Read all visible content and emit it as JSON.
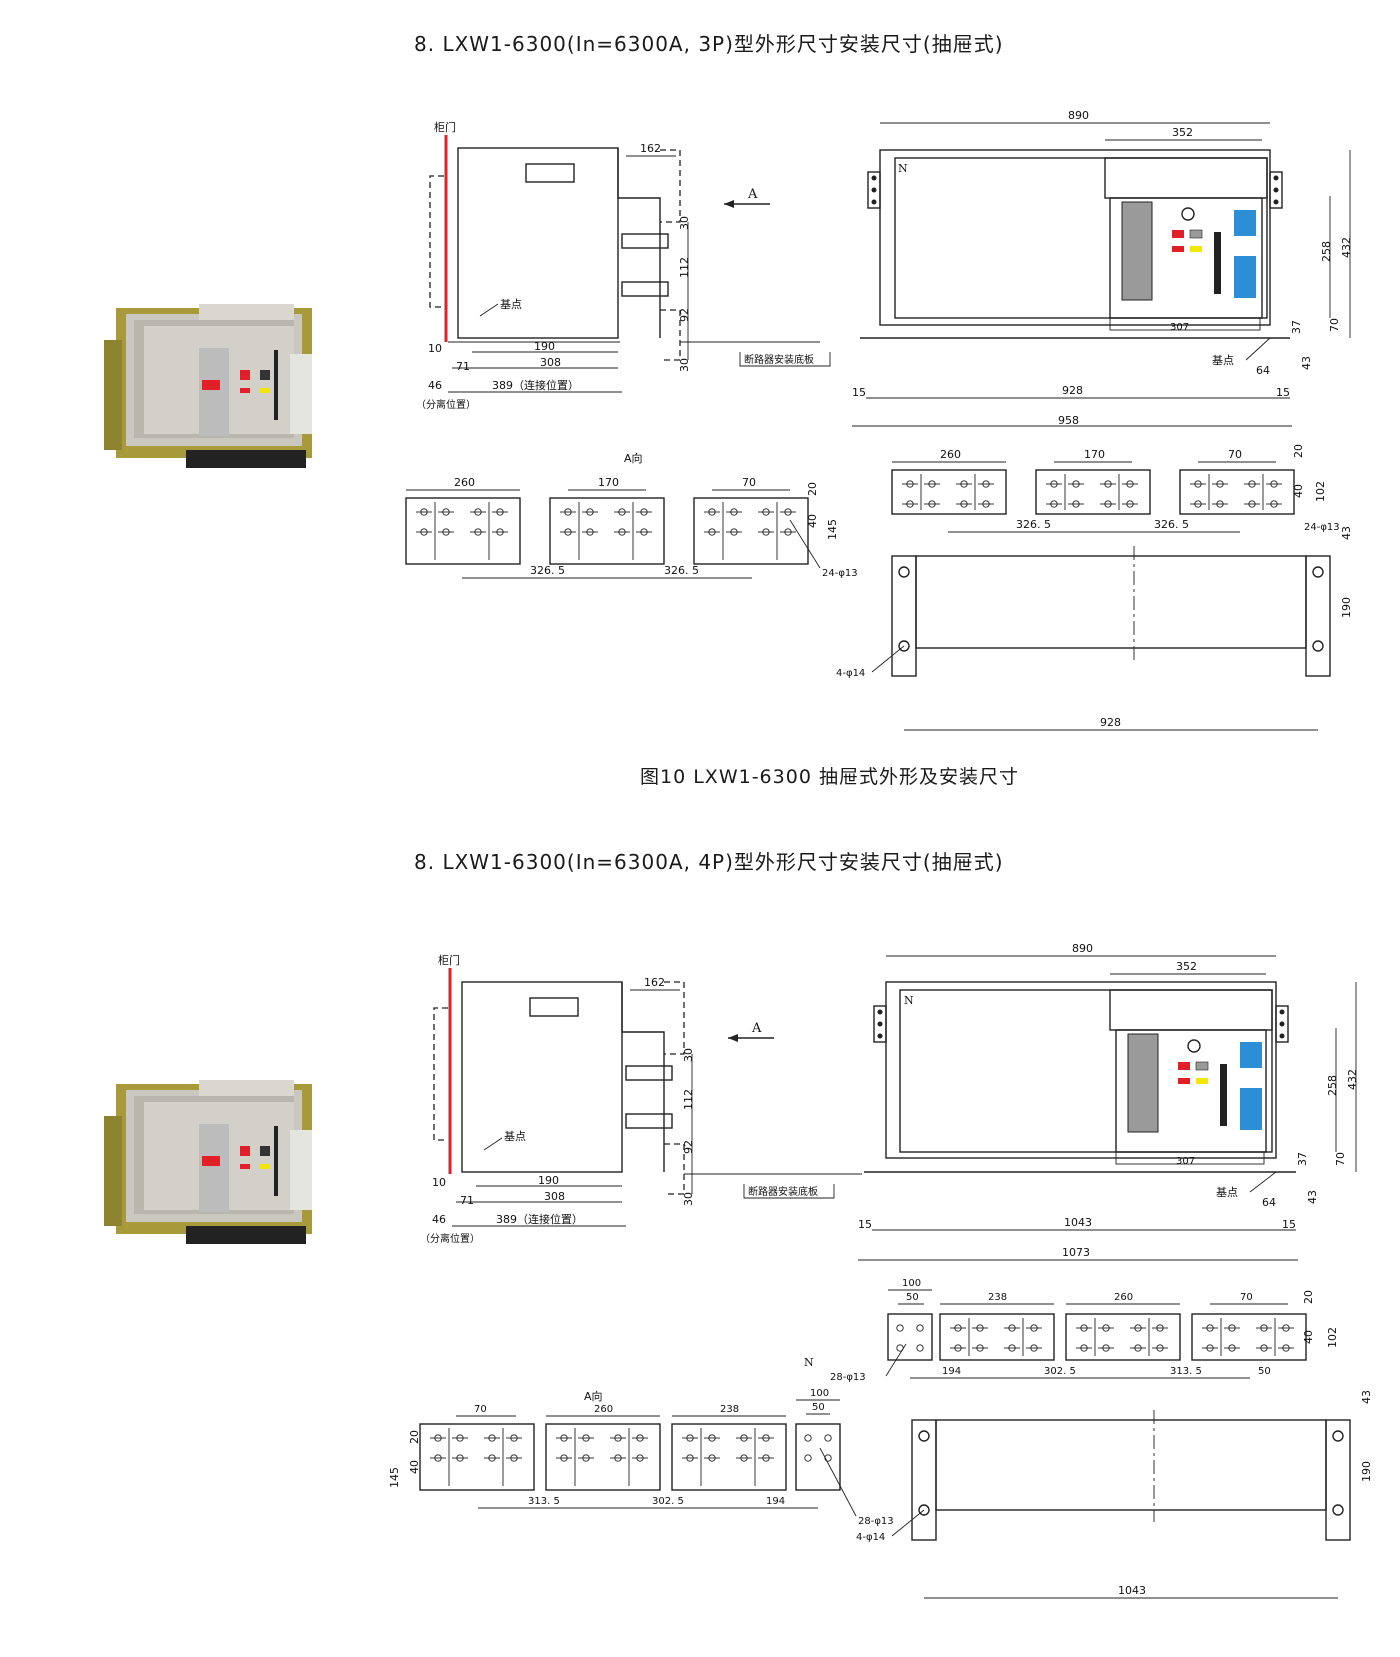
{
  "section1": {
    "title": "8. LXW1-6300(In=6300A, 3P)型外形尺寸安装尺寸(抽屉式)",
    "caption": "图10  LXW1-6300 抽屉式外形及安装尺寸",
    "labels": {
      "cabinet_door": "柜门",
      "datum": "基点",
      "direction_a": "A",
      "a_view": "A向",
      "mounting_plate": "断路器安装底板",
      "separated": "（分离位置）",
      "connected": "389（连接位置）",
      "neutral": "N",
      "holes_main": "24-φ13",
      "holes_base": "4-φ14"
    },
    "dims": {
      "d162": "162",
      "d30a": "30",
      "d112": "112",
      "d92": "92",
      "d30b": "30",
      "d10": "10",
      "d190": "190",
      "d71": "71",
      "d308": "308",
      "d46": "46",
      "d890": "890",
      "d352": "352",
      "d258": "258",
      "d432": "432",
      "d307": "307",
      "d37": "37",
      "d70": "70",
      "d43": "43",
      "d64": "64",
      "d15a": "15",
      "d15b": "15",
      "d928": "928",
      "d958": "958",
      "d260": "260",
      "d170": "170",
      "d70b": "70",
      "d20": "20",
      "d40": "40",
      "d145": "145",
      "d102": "102",
      "d3265a": "326. 5",
      "d3265b": "326. 5",
      "d43b": "43",
      "d190b": "190",
      "d928b": "928"
    }
  },
  "section2": {
    "title": "8. LXW1-6300(In=6300A, 4P)型外形尺寸安装尺寸(抽屉式)",
    "labels": {
      "cabinet_door": "柜门",
      "datum": "基点",
      "direction_a": "A",
      "a_view": "A向",
      "mounting_plate": "断路器安装底板",
      "separated": "（分离位置）",
      "connected": "389（连接位置）",
      "neutral": "N",
      "holes_main": "28-φ13",
      "holes_base": "4-φ14"
    },
    "dims": {
      "d162": "162",
      "d30a": "30",
      "d112": "112",
      "d92": "92",
      "d30b": "30",
      "d10": "10",
      "d190": "190",
      "d71": "71",
      "d308": "308",
      "d46": "46",
      "d890": "890",
      "d352": "352",
      "d258": "258",
      "d432": "432",
      "d307": "307",
      "d37": "37",
      "d70": "70",
      "d43": "43",
      "d64": "64",
      "d15a": "15",
      "d15b": "15",
      "d1043": "1043",
      "d1073": "1073",
      "d100": "100",
      "d50": "50",
      "d238": "238",
      "d260": "260",
      "d70b": "70",
      "d20": "20",
      "d40": "40",
      "d102": "102",
      "d145": "145",
      "d194": "194",
      "d3025": "302. 5",
      "d3135": "313. 5",
      "d50b": "50",
      "d43b": "43",
      "d190b": "190",
      "d1043b": "1043"
    }
  },
  "colors": {
    "drawing": "#222222",
    "door_red": "#d8262b",
    "panel_blue": "#2c8fd6",
    "panel_red": "#e21f26",
    "panel_yellow": "#f3e600",
    "panel_gray": "#9a9a9a",
    "frame_olive": "#a89a3a"
  }
}
